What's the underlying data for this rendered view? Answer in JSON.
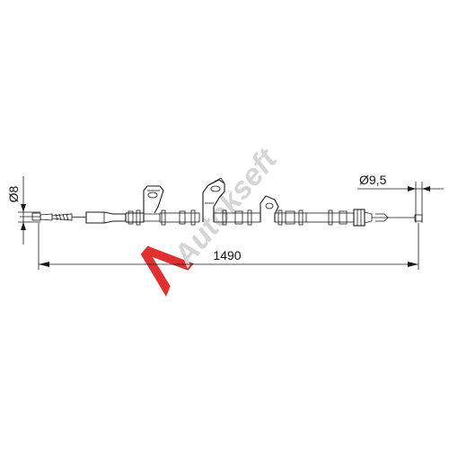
{
  "drawing": {
    "dim_left_diameter": "Ø8",
    "dim_right_diameter": "Ø9,5",
    "dim_length": "1490"
  },
  "watermark": {
    "text": "Autokseft",
    "accent_color": "#e03030"
  },
  "colors": {
    "line": "#1a1a1a",
    "watermark_red": "#e03030",
    "watermark_gray": "#d5d5d5"
  }
}
